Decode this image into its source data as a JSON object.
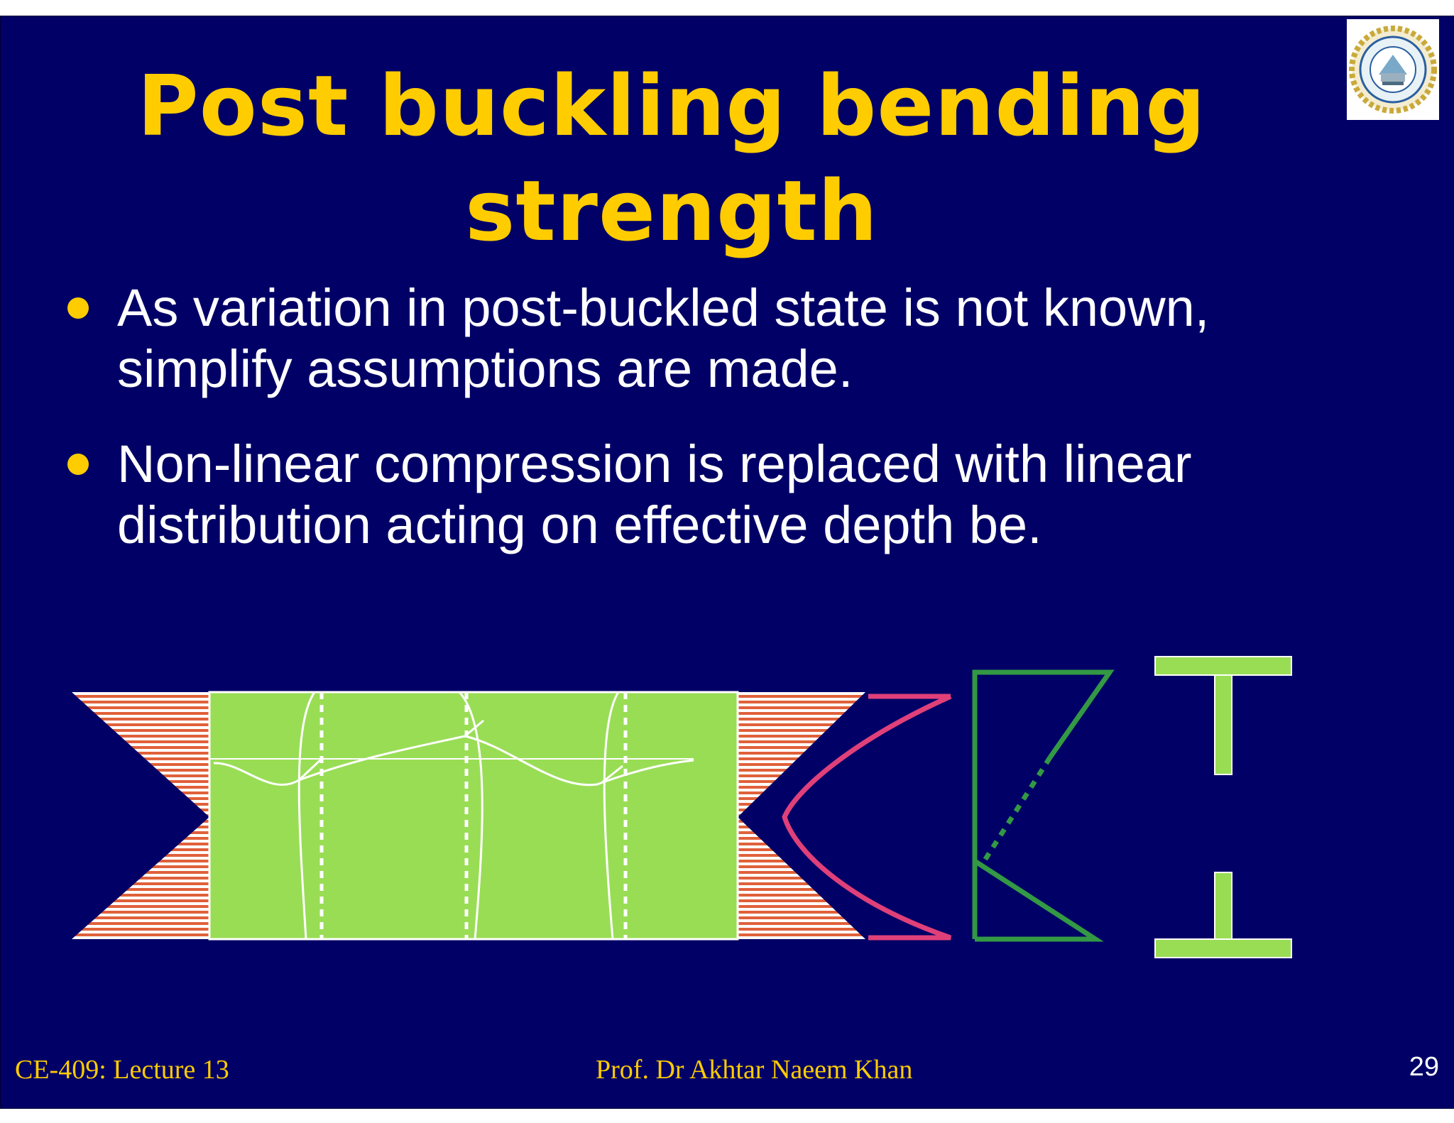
{
  "slide": {
    "title_line1": "Post buckling bending",
    "title_line2": "strength",
    "bullets": [
      "As variation in post-buckled state is not known, simplify assumptions are made.",
      "Non-linear compression is replaced with linear distribution acting on effective depth be."
    ],
    "colors": {
      "background": "#000066",
      "title": "#FFCC00",
      "panel_fill": "#99DD55",
      "hatch": "#E0603A",
      "stress_curve": "#E0407A",
      "linear_stress": "#339944"
    },
    "logo_icon": "university-seal-icon"
  },
  "footer": {
    "course": "CE-409: Lecture 13",
    "author": "Prof. Dr Akhtar Naeem Khan",
    "page_number": "29"
  }
}
